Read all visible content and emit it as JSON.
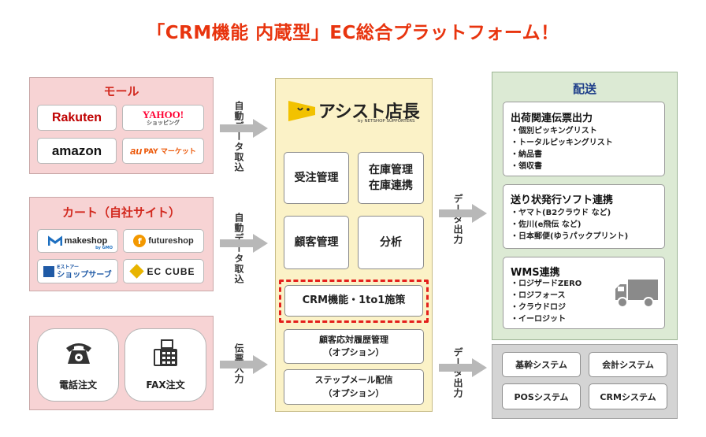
{
  "title": "「CRM機能 内蔵型」EC総合プラットフォーム！",
  "mall": {
    "heading": "モール",
    "logos": [
      "Rakuten",
      "YAHOO!",
      "ショッピング",
      "amazon",
      "au",
      "PAY マーケット"
    ]
  },
  "cart": {
    "heading": "カート（自社サイト）",
    "logos": [
      "makeshop",
      "by GMO",
      "futureshop",
      "Eストアー",
      "ショップサーブ",
      "EC CUBE"
    ]
  },
  "orders": {
    "phone": "電話注文",
    "fax": "FAX注文"
  },
  "arrows": {
    "auto_import_1": "自動データ取込",
    "auto_import_2": "自動データ取込",
    "slip_input": "伝票入力",
    "data_out_1": "データ出力",
    "data_out_2": "データ出力"
  },
  "center": {
    "brand": "アシスト店長",
    "brand_sub": "by NETSHOP SUPPORTERS",
    "order_mgmt": "受注管理",
    "stock_line1": "在庫管理",
    "stock_line2": "在庫連携",
    "customer_mgmt": "顧客管理",
    "analysis": "分析",
    "crm": "CRM機能・1to1施策",
    "history_line1": "顧客応対履歴管理",
    "history_line2": "（オプション）",
    "stepmail_line1": "ステップメール配信",
    "stepmail_line2": "（オプション）"
  },
  "delivery": {
    "heading": "配送",
    "groups": [
      {
        "title": "出荷関連伝票出力",
        "items": [
          "・個別ピッキングリスト",
          "・トータルピッキングリスト",
          "・納品書",
          "・領収書"
        ]
      },
      {
        "title": "送り状発行ソフト連携",
        "items": [
          "・ヤマト(B2クラウド など)",
          "・佐川(e飛伝 など)",
          "・日本郵便(ゆうパックプリント)"
        ]
      },
      {
        "title": "WMS連携",
        "items": [
          "・ロジザードZERO",
          "・ロジフォース",
          "・クラウドロジ",
          "・イーロジット"
        ]
      }
    ]
  },
  "systems": [
    "基幹システム",
    "会計システム",
    "POSシステム",
    "CRMシステム"
  ],
  "colors": {
    "accent": "#e8340e",
    "mall_bg": "#f7d3d4",
    "center_bg": "#fbf2c7",
    "delivery_bg": "#dcead4",
    "systems_bg": "#d4d4d4"
  },
  "icons": [
    "phone-icon",
    "fax-icon",
    "truck-icon",
    "megaphone-icon"
  ]
}
